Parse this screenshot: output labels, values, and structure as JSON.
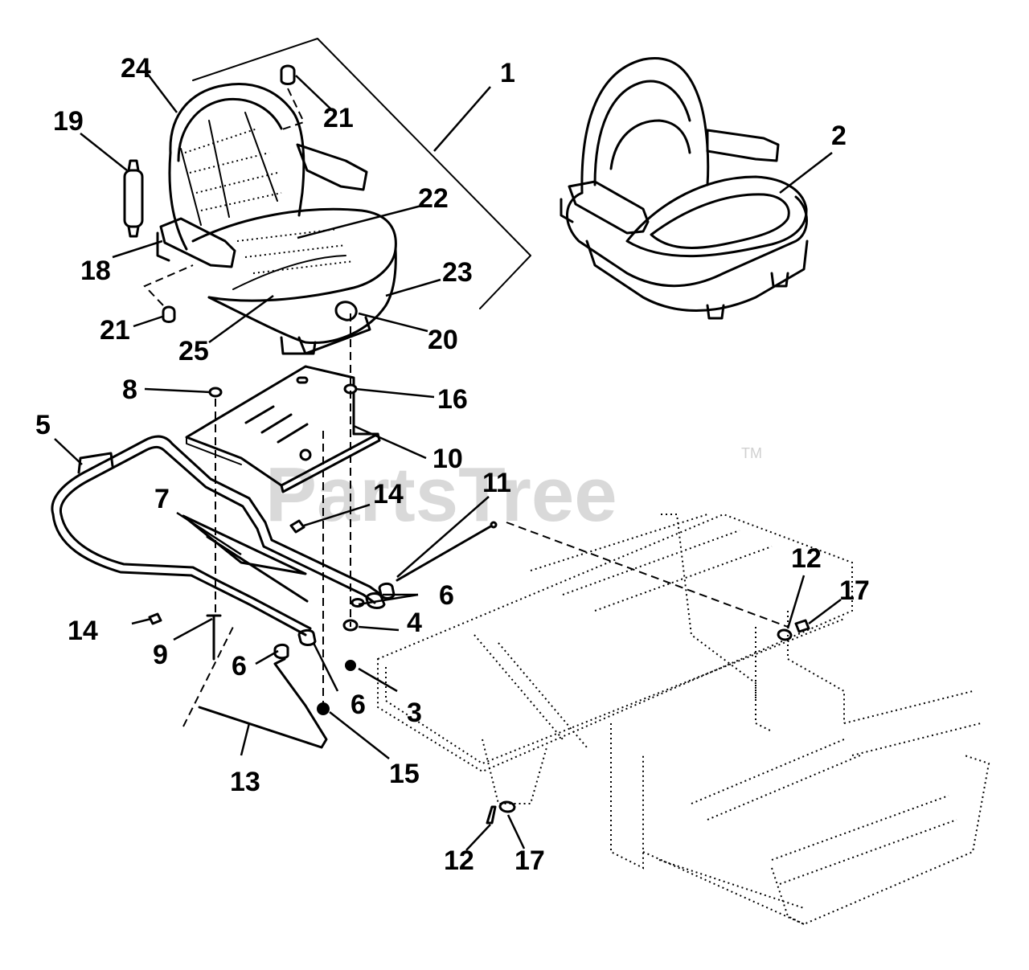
{
  "watermark": {
    "text": "PartsTree",
    "trademark": "TM"
  },
  "callouts": {
    "c1": "1",
    "c2": "2",
    "c3": "3",
    "c4": "4",
    "c5": "5",
    "c6a": "6",
    "c6b": "6",
    "c6c": "6",
    "c7": "7",
    "c8": "8",
    "c9": "9",
    "c10": "10",
    "c11": "11",
    "c12a": "12",
    "c12b": "12",
    "c13": "13",
    "c14a": "14",
    "c14b": "14",
    "c15": "15",
    "c16": "16",
    "c17a": "17",
    "c17b": "17",
    "c18": "18",
    "c19": "19",
    "c20": "20",
    "c21a": "21",
    "c21b": "21",
    "c22": "22",
    "c23": "23",
    "c24": "24",
    "c25": "25"
  }
}
